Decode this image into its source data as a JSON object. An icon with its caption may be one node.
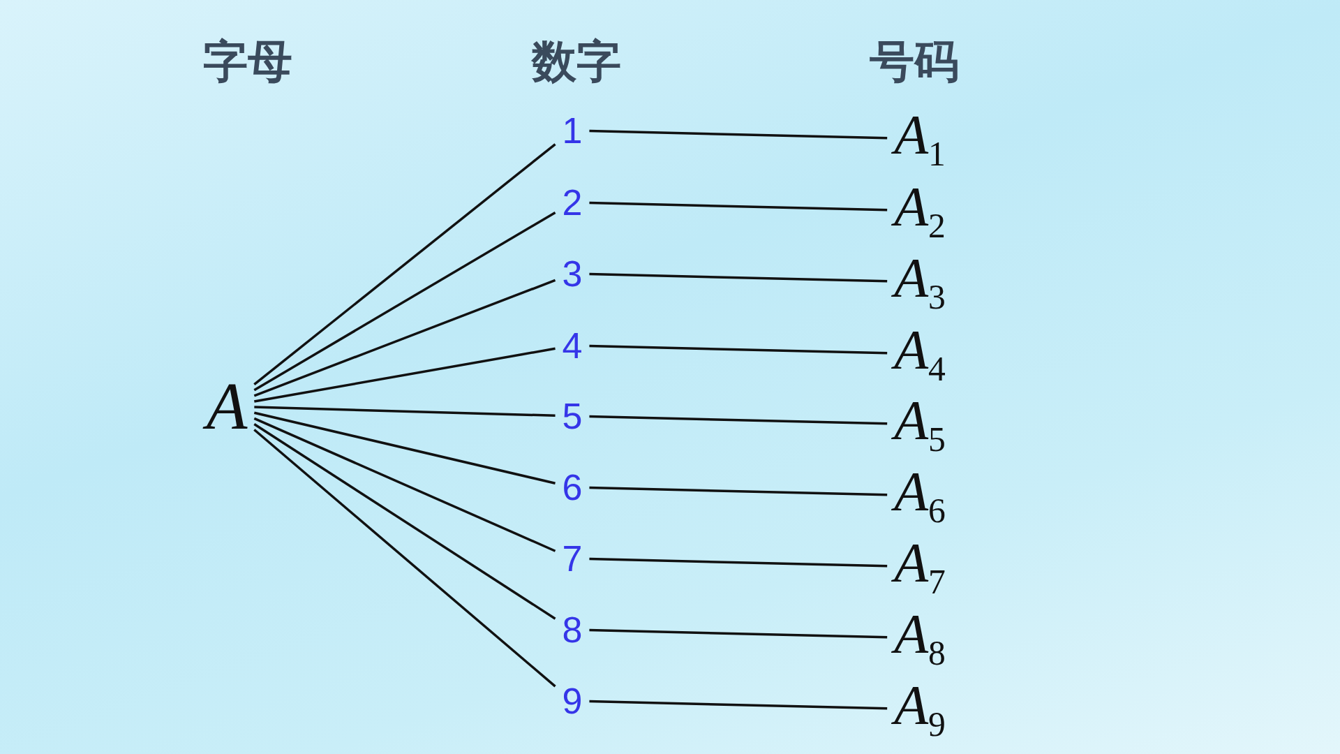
{
  "diagram": {
    "nodes": [
      {
        "text": [
          "A"
        ]
      },
      {
        "text": [
          "1"
        ]
      },
      {
        "text": [
          "2"
        ]
      },
      {
        "text": [
          "3"
        ]
      },
      {
        "text": [
          "4"
        ]
      },
      {
        "text": [
          "5"
        ]
      },
      {
        "text": [
          "6"
        ]
      },
      {
        "text": [
          "7"
        ]
      },
      {
        "text": [
          "8"
        ]
      },
      {
        "text": [
          "9"
        ]
      },
      {
        "text": [
          "A$_{1}$"
        ]
      },
      {
        "text": [
          "A$_{2}$"
        ]
      },
      {
        "text": [
          "A$_{3}$"
        ]
      },
      {
        "text": [
          "A$_{4}$"
        ]
      },
      {
        "text": [
          "A$_{5}$"
        ]
      },
      {
        "text": [
          "A$_{6}$"
        ]
      },
      {
        "text": [
          "A$_{7}$"
        ]
      },
      {
        "text": [
          "A$_{8}$"
        ]
      },
      {
        "text": [
          "A$_{9}$"
        ]
      }
    ],
    "edges": [
      {
        "from": 0,
        "to": 1,
        "arrow": "none"
      },
      {
        "from": 0,
        "to": 2,
        "arrow": "none"
      },
      {
        "from": 0,
        "to": 3,
        "arrow": "none"
      },
      {
        "from": 0,
        "to": 4,
        "arrow": "none"
      },
      {
        "from": 0,
        "to": 5,
        "arrow": "none"
      },
      {
        "from": 0,
        "to": 6,
        "arrow": "none"
      },
      {
        "from": 0,
        "to": 7,
        "arrow": "none"
      },
      {
        "from": 0,
        "to": 8,
        "arrow": "none"
      },
      {
        "from": 0,
        "to": 9,
        "arrow": "none"
      },
      {
        "from": 1,
        "to": 10,
        "arrow": "none"
      },
      {
        "from": 2,
        "to": 11,
        "arrow": "none"
      },
      {
        "from": 3,
        "to": 12,
        "arrow": "none"
      },
      {
        "from": 4,
        "to": 13,
        "arrow": "none"
      },
      {
        "from": 5,
        "to": 14,
        "arrow": "none"
      },
      {
        "from": 6,
        "to": 15,
        "arrow": "none"
      },
      {
        "from": 7,
        "to": 16,
        "arrow": "none"
      },
      {
        "from": 8,
        "to": 17,
        "arrow": "none"
      },
      {
        "from": 9,
        "to": 18,
        "arrow": "none"
      }
    ],
    "labels": [
      "字母",
      "数字",
      "号码"
    ]
  }
}
